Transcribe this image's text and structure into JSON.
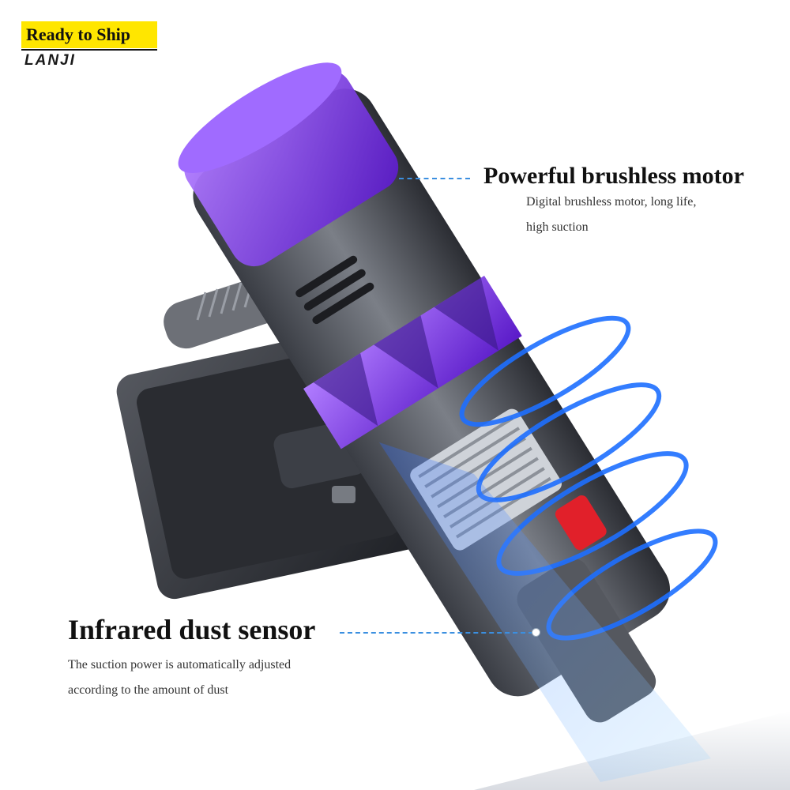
{
  "badge": {
    "label": "Ready to Ship"
  },
  "brand": {
    "name": "LANJI"
  },
  "features": [
    {
      "title": "Powerful brushless motor",
      "desc_line1": "Digital brushless motor, long life,",
      "desc_line2": "high suction"
    },
    {
      "title": "Infrared dust sensor",
      "desc_line1": "The suction power is automatically adjusted",
      "desc_line2": "according to the amount of dust"
    }
  ],
  "icons": [
    "vacuum-cleaner-illustration"
  ],
  "colors": {
    "badge": "#ffe600",
    "accent_purple": "#8a3cf0",
    "accent_blue": "#1e6fff",
    "leader_line": "#3b8fe0"
  }
}
